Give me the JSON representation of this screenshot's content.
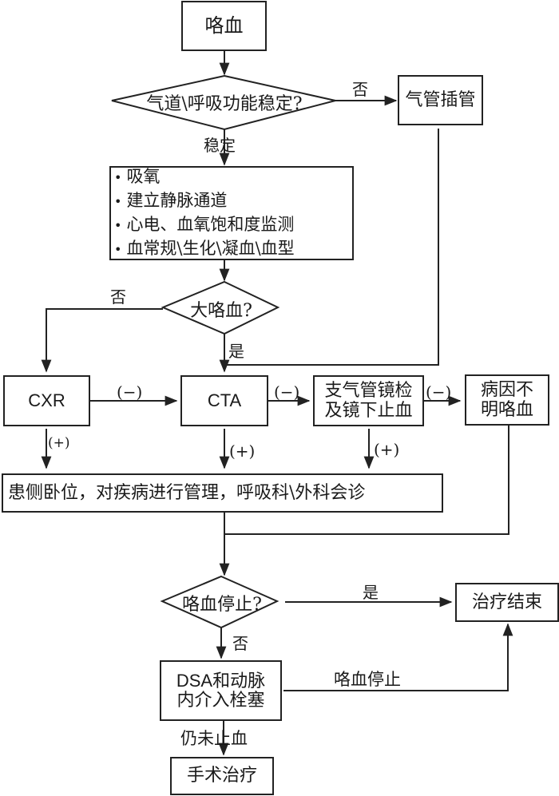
{
  "diagram": {
    "type": "flowchart",
    "nodes": {
      "start": "咯血",
      "airway_question": "气道\\呼吸功能稳定?",
      "intubation": "气管插管",
      "initial_care": [
        "吸氧",
        "建立静脉通道",
        "心电、血氧饱和度监测",
        "血常规\\生化\\凝血\\血型"
      ],
      "massive_question": "大咯血?",
      "cxr": "CXR",
      "cta": "CTA",
      "bronchoscopy_line1": "支气管镜检",
      "bronchoscopy_line2": "及镜下止血",
      "unknown_line1": "病因不",
      "unknown_line2": "明咯血",
      "management": "患侧卧位，对疾病进行管理，呼吸科\\外科会诊",
      "stopped_question": "咯血停止?",
      "end": "治疗结束",
      "dsa_line1": "DSA和动脉",
      "dsa_line2": "内介入栓塞",
      "surgery": "手术治疗"
    },
    "edge_labels": {
      "airway_no": "否",
      "airway_stable": "稳定",
      "massive_no": "否",
      "massive_yes": "是",
      "cxr_neg": "(−)",
      "cta_neg": "(−)",
      "bronch_neg": "(−)",
      "cxr_pos": "(+)",
      "cta_pos": "(+)",
      "bronch_pos": "(+)",
      "stopped_yes": "是",
      "stopped_no": "否",
      "dsa_stopped": "咯血停止",
      "dsa_not_stopped": "仍未止血"
    }
  }
}
